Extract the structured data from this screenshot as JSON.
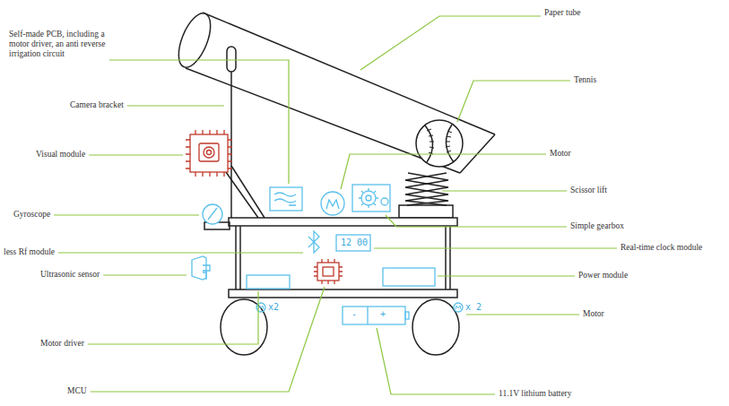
{
  "diagram": {
    "labels": [
      "Self-made PCB, including a motor driver, an anti reverse irrigation circuit",
      "Camera bracket",
      "Visual module",
      "Gyroscope",
      "less Rf module",
      "Ultrasonic sensor",
      "Motor driver",
      "MCU",
      "Paper tube",
      "Tennis",
      "Motor",
      "Scissor lift",
      "Simple gearbox",
      "Real-time clock module",
      "Power module",
      "Motor",
      "11.1V lithium battery",
      "12 00",
      "-",
      "+",
      "x2",
      "x 2"
    ]
  }
}
